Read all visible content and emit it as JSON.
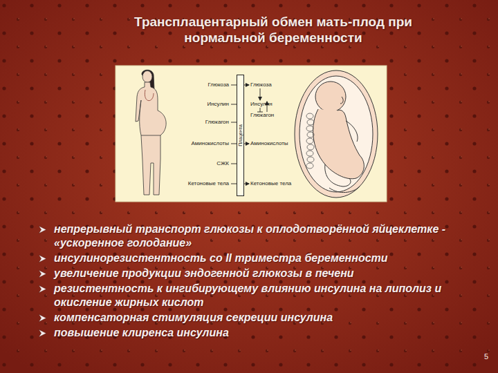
{
  "diagram": {
    "title": "Трансплацентарный обмен мать-плод при нормальной беременности",
    "nodes": [
      {
        "text": [
          "Плацента"
        ]
      }
    ],
    "labels": [
      "Глюкоза",
      "Инсулин",
      "Глюкагон",
      "Аминокислоты",
      "СЖК",
      "Кетоновые тела",
      "Глюкоза",
      "Инсулин",
      "Глюкагон",
      "Аминокислоты",
      "Кетоновые тела",
      "непрерывный транспорт глюкозы к оплодотворённой яйцеклетке - «ускоренное голодание»",
      "инсулинорезистентность со II триместра беременности",
      "увеличение продукции эндогенной глюкозы в печени",
      "резистентность к ингибирующему влиянию инсулина на липолиз и окисление жирных кислот",
      "компенсаторная стимуляция секреции инсулина",
      "повышение клиренса инсулина",
      "5"
    ]
  }
}
